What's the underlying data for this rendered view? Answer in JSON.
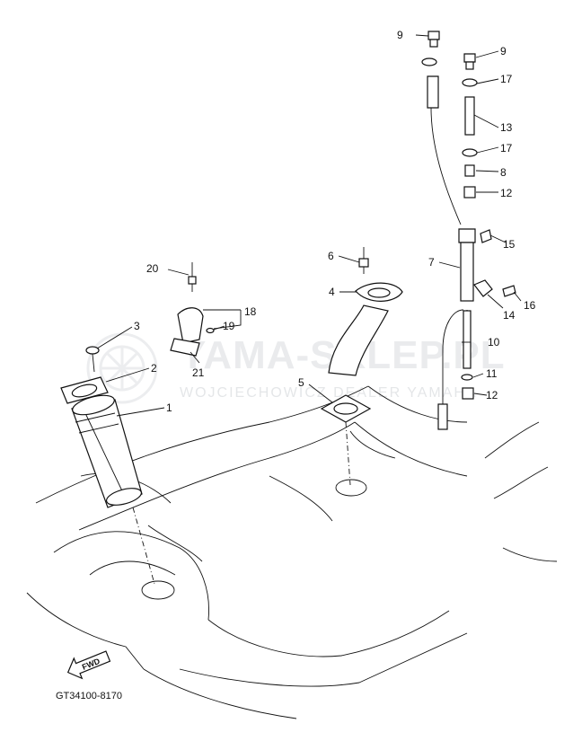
{
  "callouts": {
    "c1": "1",
    "c2": "2",
    "c3": "3",
    "c4": "4",
    "c5": "5",
    "c6": "6",
    "c7": "7",
    "c8": "8",
    "c9a": "9",
    "c9b": "9",
    "c10": "10",
    "c11": "11",
    "c12a": "12",
    "c12b": "12",
    "c13": "13",
    "c14": "14",
    "c15": "15",
    "c16": "16",
    "c17a": "17",
    "c17b": "17",
    "c18": "18",
    "c19": "19",
    "c20": "20",
    "c21": "21"
  },
  "fwd_label": "FWD",
  "diagram_code": "GT34100-8170",
  "watermark": {
    "line1": "YAMA-SKLEP.PL",
    "line2": "WOJCIECHOWICZ DEALER YAMAHA"
  }
}
